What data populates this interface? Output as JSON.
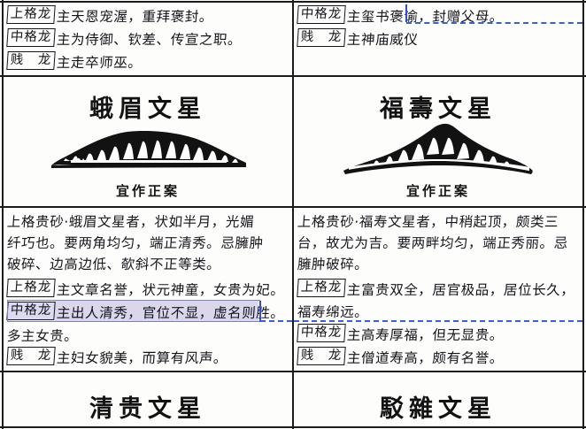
{
  "page": {
    "kind": "scanned-book-page",
    "background_color": "#fdfdfb",
    "ink_color": "#15151c",
    "rule_color": "#1b1b1b"
  },
  "selection": {
    "highlight_color": "#dcd9f0",
    "outline_color": "#7b7fc4",
    "dash_color": "#3a5fd0",
    "caret_color": "#2f4fd0",
    "selected_text": "主出人清秀，官位不显，虚名则胜。"
  },
  "left_column": {
    "top_rows": [
      {
        "label": "上格龙",
        "text": "主天恩宠渥，重拜褒封。"
      },
      {
        "label": "中格龙",
        "text": "主为侍御、钦差、传宣之职。"
      },
      {
        "label": "贱　龙",
        "text": "主走卒师巫。"
      }
    ],
    "plate": {
      "title": "蛾眉文星",
      "caption": "宜作正案",
      "figure_name": "crescent-ridge-diagram"
    },
    "body_paragraph": [
      "上格贵砂·蛾眉文星者，状如半月，光媚",
      "纤巧也。要两角均匀，端正清秀。忌臃肿",
      "破碎、边高边低、欹斜不正等类。"
    ],
    "rank_rows": [
      {
        "label": "上格龙",
        "text": "主文章名誉，状元神童，女贵为妃。",
        "selected": false
      },
      {
        "label": "中格龙",
        "text": "主出人清秀，官位不显，虚名则胜。",
        "selected": true
      },
      {
        "label": "",
        "text": "多主女贵。",
        "selected": false
      },
      {
        "label": "贱　龙",
        "text": "主妇女貌美，而算有风声。",
        "selected": false
      }
    ],
    "bottom_heading": "清贵文星"
  },
  "right_column": {
    "top_rows": [
      {
        "label": "中格龙",
        "text": "主玺书褒谕，封赠父母。"
      },
      {
        "label": "贱　龙",
        "text": "主神庙威仪"
      }
    ],
    "plate": {
      "title": "福壽文星",
      "caption": "宜作正案",
      "figure_name": "peaked-ridge-diagram"
    },
    "body_paragraph": [
      "上格贵砂·福寿文星者，中稍起顶，颇类三",
      "台，故尤为吉。要两畔均匀，端正秀丽。忌",
      "臃肿破碎。"
    ],
    "rank_rows": [
      {
        "label": "上格龙",
        "text": "主富贵双全，居官极品，居位长久，",
        "selected": false
      },
      {
        "label": "",
        "text": "福寿绵远。",
        "selected": false
      },
      {
        "label": "中格龙",
        "text": "主高寿厚福，但无显贵。",
        "selected": false
      },
      {
        "label": "贱　龙",
        "text": "主僧道寿高，颇有名誉。",
        "selected": false
      }
    ],
    "bottom_heading": "駁雜文星"
  }
}
